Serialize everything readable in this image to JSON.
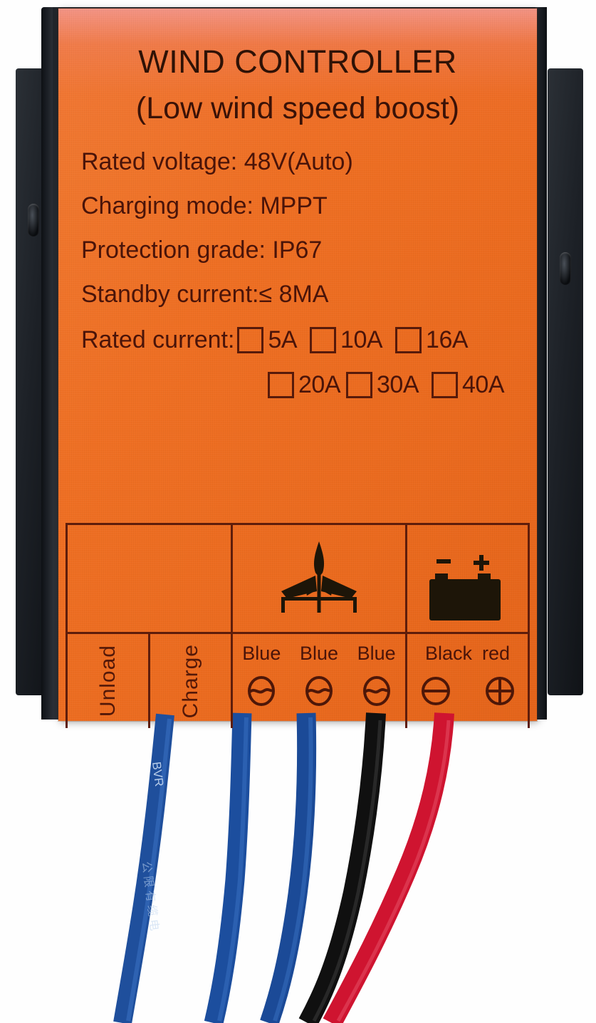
{
  "product": {
    "title": "WIND CONTROLLER",
    "subtitle": "(Low wind speed boost)"
  },
  "specs": [
    "Rated voltage: 48V(Auto)",
    "Charging mode: MPPT",
    "Protection grade: IP67",
    "Standby current:≤ 8MA"
  ],
  "rated_current": {
    "label": "Rated current:",
    "row1": [
      {
        "value": "5A",
        "checked": false
      },
      {
        "value": "10A",
        "checked": false
      },
      {
        "value": "16A",
        "checked": false
      }
    ],
    "row2": [
      {
        "value": "20A",
        "checked": false
      },
      {
        "value": "30A",
        "checked": false
      },
      {
        "value": "40A",
        "checked": false
      }
    ]
  },
  "terminal_table": {
    "left": {
      "cells": [
        {
          "label": "Unload",
          "orientation": "vertical"
        },
        {
          "label": "Charge",
          "orientation": "vertical"
        }
      ]
    },
    "middle": {
      "icon": "wind-turbine-icon",
      "wire_labels": [
        "Blue",
        "Blue",
        "Blue"
      ],
      "terminals": [
        "slot-screw",
        "slot-screw",
        "slot-screw"
      ]
    },
    "right": {
      "icon": "battery-icon",
      "battery_polarity": {
        "negative": "-",
        "positive": "+"
      },
      "wire_labels": [
        "Black",
        "red"
      ],
      "terminals": [
        "slot-screw",
        "cross-screw"
      ]
    }
  },
  "wires": [
    {
      "color_name": "blue",
      "hex": "#1f4f9c",
      "printing": "BVR"
    },
    {
      "color_name": "blue",
      "hex": "#1c4e9e",
      "printing": ""
    },
    {
      "color_name": "blue",
      "hex": "#1b4a97",
      "printing": ""
    },
    {
      "color_name": "black",
      "hex": "#111111",
      "printing": ""
    },
    {
      "color_name": "red",
      "hex": "#cf1430",
      "printing": ""
    }
  ],
  "colors": {
    "label_orange": "#ee6f23",
    "label_highlight": "#f3968c",
    "ink": "#4a1409",
    "housing_black": "#1c2026"
  }
}
